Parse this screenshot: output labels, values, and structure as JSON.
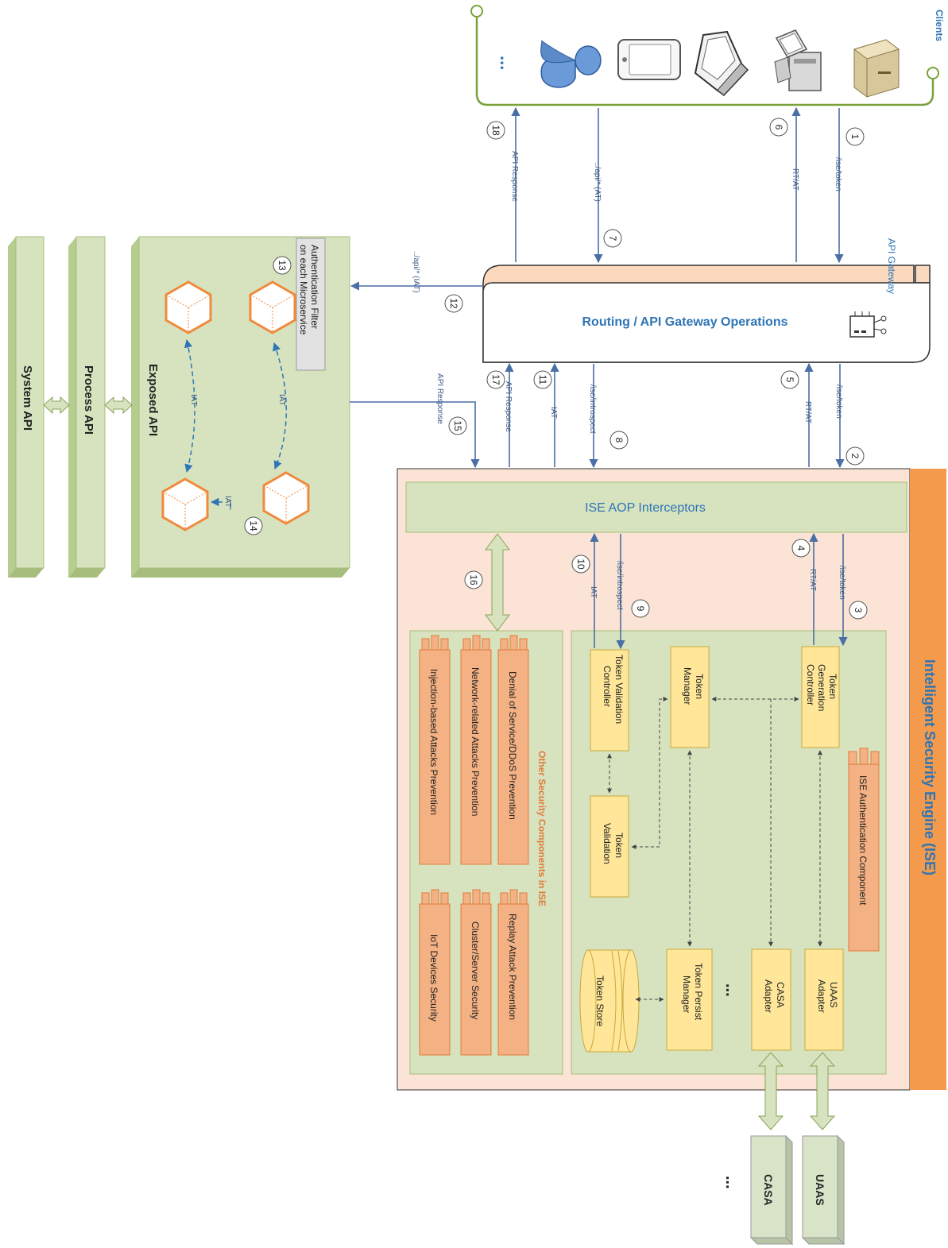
{
  "colors": {
    "green_fill": "#d7e3bf",
    "green_edge": "#a7bd7b",
    "peach": "#fbe4d5",
    "peach_border": "#e3b08a",
    "orange": "#f39a4c",
    "yellow": "#ffe699",
    "arrow": "#4a6fa5",
    "title_blue": "#2e75b6",
    "comp_orange": "#f4b183"
  },
  "clients": {
    "title": "Clients",
    "icons": [
      "server-icon",
      "desktop-icon",
      "laptop-icon",
      "mobile-icon",
      "user-icon"
    ],
    "ellipsis": "..."
  },
  "gateway": {
    "label": "API Gateway",
    "title": "Routing / API Gateway Operations",
    "icon": "gateway-icon"
  },
  "ise": {
    "title": "Intelligent Security Engine (ISE)",
    "aop": "ISE AOP Interceptors",
    "auth_component": "ISE Authentication Component",
    "components": {
      "token_generation_controller": [
        "Token",
        "Generation",
        "Controller"
      ],
      "token_manager": [
        "Token",
        "Manager"
      ],
      "token_validation_controller": [
        "Token Validation",
        "Controller"
      ],
      "token_validation": [
        "Token",
        "Validation"
      ],
      "uaas_adapter": [
        "UAAS",
        "Adapter"
      ],
      "casa_adapter": [
        "CASA",
        "Adapter"
      ],
      "token_persist_manager": [
        "Token Persist",
        "Manager"
      ],
      "token_store": "Token Store",
      "adapters_ellipsis": "..."
    },
    "other_security": {
      "title": "Other Security Components in ISE",
      "items": [
        "Denial of Service/DDoS Prevention",
        "Network-related Attacks Prevention",
        "Injection-based Attacks Prevention",
        "Replay Attack Prevention",
        "Cluster/Server Security",
        "IoT Devices Security"
      ]
    }
  },
  "external": {
    "uaas": "UAAS",
    "casa": "CASA",
    "ellipsis": "..."
  },
  "apis": {
    "exposed": "Exposed API",
    "process": "Process API",
    "system": "System API",
    "auth_filter": [
      "Authentication Filter",
      "on each Microservice"
    ],
    "iat": "IAT"
  },
  "flows": [
    {
      "step": "1",
      "label": "/ise/token"
    },
    {
      "step": "2",
      "label": "/ise/token"
    },
    {
      "step": "3",
      "label": "/ise/token"
    },
    {
      "step": "4",
      "label": "RT/AT"
    },
    {
      "step": "5",
      "label": "RT/AT"
    },
    {
      "step": "6",
      "label": "RT/AT"
    },
    {
      "step": "7",
      "label": "../api/* (AT)"
    },
    {
      "step": "8",
      "label": "/ise/introspect"
    },
    {
      "step": "9",
      "label": "/ise/introspect"
    },
    {
      "step": "10",
      "label": "IAT"
    },
    {
      "step": "11",
      "label": "IAT"
    },
    {
      "step": "12",
      "label": "../api/* (IAT)"
    },
    {
      "step": "13",
      "label": ""
    },
    {
      "step": "14",
      "label": "IAT"
    },
    {
      "step": "15",
      "label": "API Response"
    },
    {
      "step": "16",
      "label": ""
    },
    {
      "step": "17",
      "label": "API Response"
    },
    {
      "step": "18",
      "label": "API Response"
    }
  ]
}
